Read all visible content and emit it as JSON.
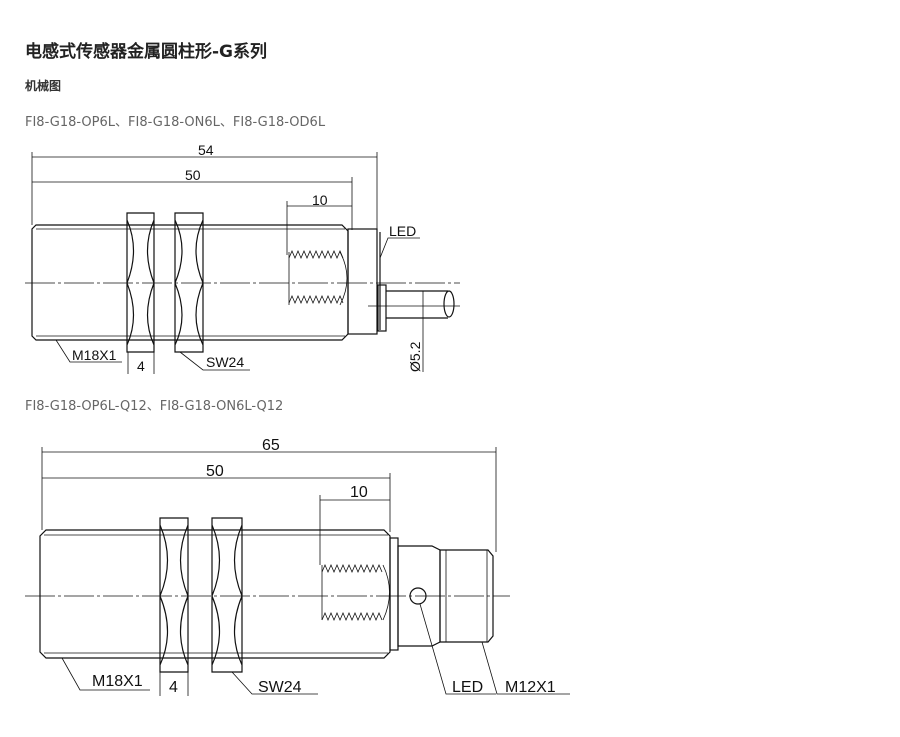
{
  "title": "电感式传感器金属圆柱形-G系列",
  "section": "机械图",
  "drawings": [
    {
      "models": "FI8-G18-OP6L、FI8-G18-ON6L、FI8-G18-OD6L",
      "dims": {
        "total": "54",
        "body": "50",
        "sensing": "10",
        "nut_width": "4",
        "thread": "M18X1",
        "wrench": "SW24",
        "cable": "Ø5.2"
      },
      "led": "LED"
    },
    {
      "models": "FI8-G18-OP6L-Q12、FI8-G18-ON6L-Q12",
      "dims": {
        "total": "65",
        "body": "50",
        "sensing": "10",
        "nut_width": "4",
        "thread": "M18X1",
        "wrench": "SW24",
        "connector": "M12X1"
      },
      "led": "LED"
    }
  ]
}
